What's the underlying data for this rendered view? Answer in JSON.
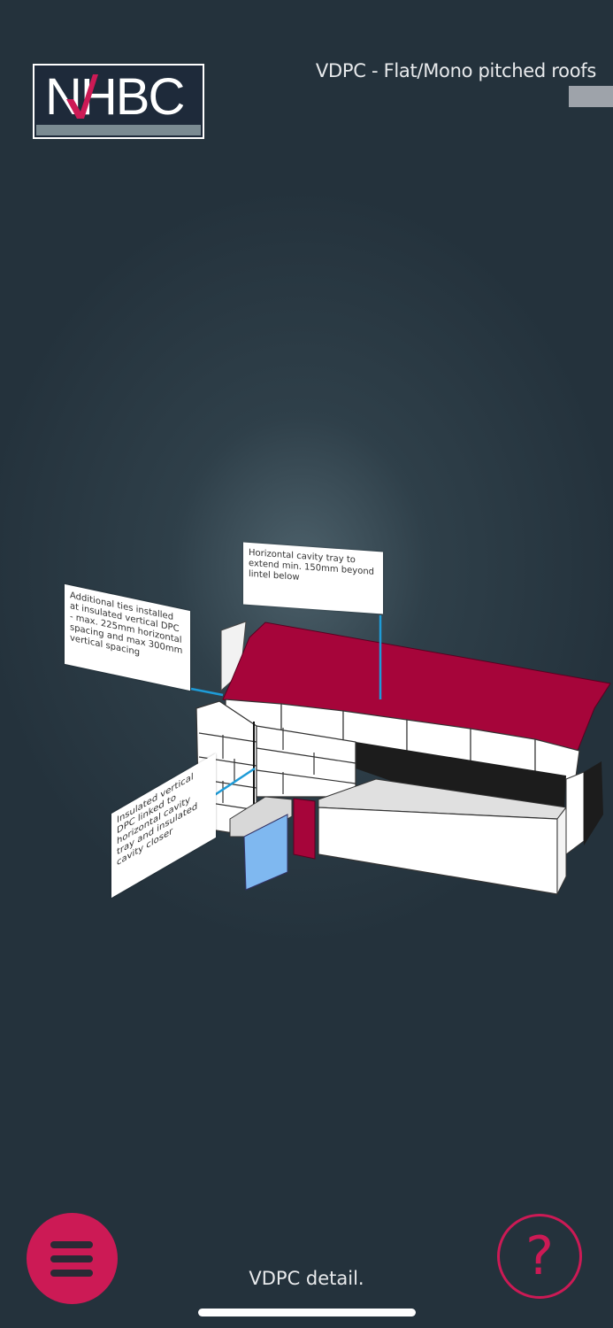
{
  "header": {
    "logo_text": "NHBC",
    "title": "VDPC - Flat/Mono pitched roofs"
  },
  "diagram": {
    "callouts": [
      {
        "text": "Horizontal cavity tray to extend min. 150mm beyond lintel below"
      },
      {
        "text": "Additional ties installed at insulated vertical DPC - max. 225mm horizontal spacing and max 300mm vertical spacing"
      },
      {
        "text": "Insulated vertical DPC linked to horizontal cavity tray and insulated cavity closer"
      }
    ],
    "colors": {
      "cavity_tray": "#a6053a",
      "brick": "#ffffff",
      "insulation": "#1c1c1c",
      "window": "#7fb8f0",
      "leader_line": "#1e9bd7"
    }
  },
  "footer": {
    "caption": "VDPC detail.",
    "help_symbol": "?",
    "accent_color": "#cc1a55"
  }
}
